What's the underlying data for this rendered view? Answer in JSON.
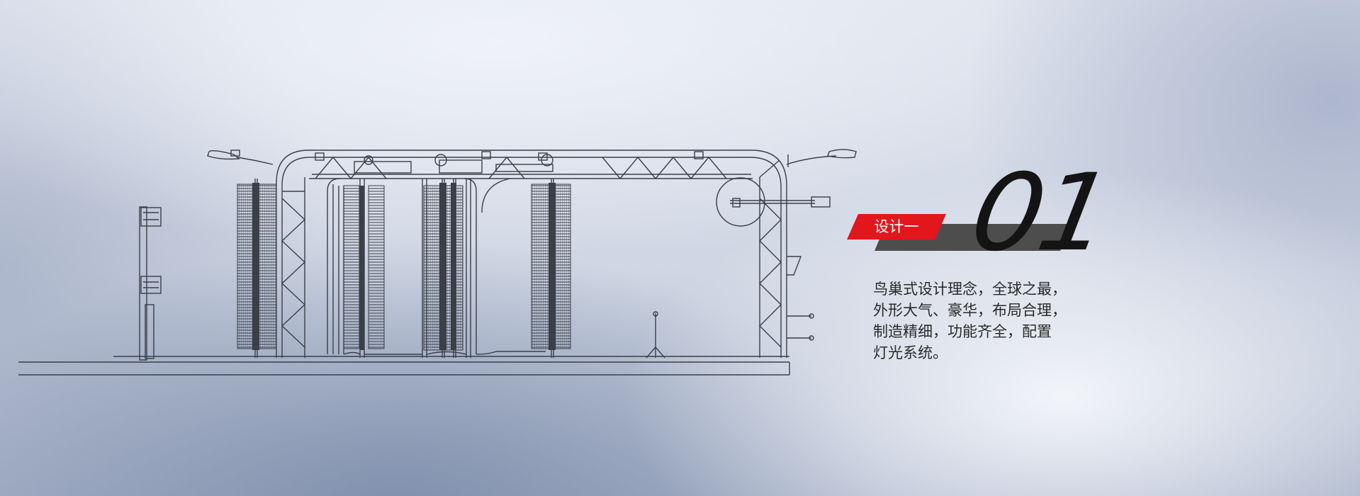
{
  "design_tag": "设计一",
  "design_number": "01",
  "description_lines": [
    "鸟巢式设计理念，全球之最，",
    "外形大气、豪华，布局合理，",
    "制造精细，功能齐全，配置",
    "灯光系统。"
  ],
  "colors": {
    "accent_red": "#e3161c",
    "dark_band": "#4d4d4d",
    "line_drawing": "#3a3f48"
  }
}
